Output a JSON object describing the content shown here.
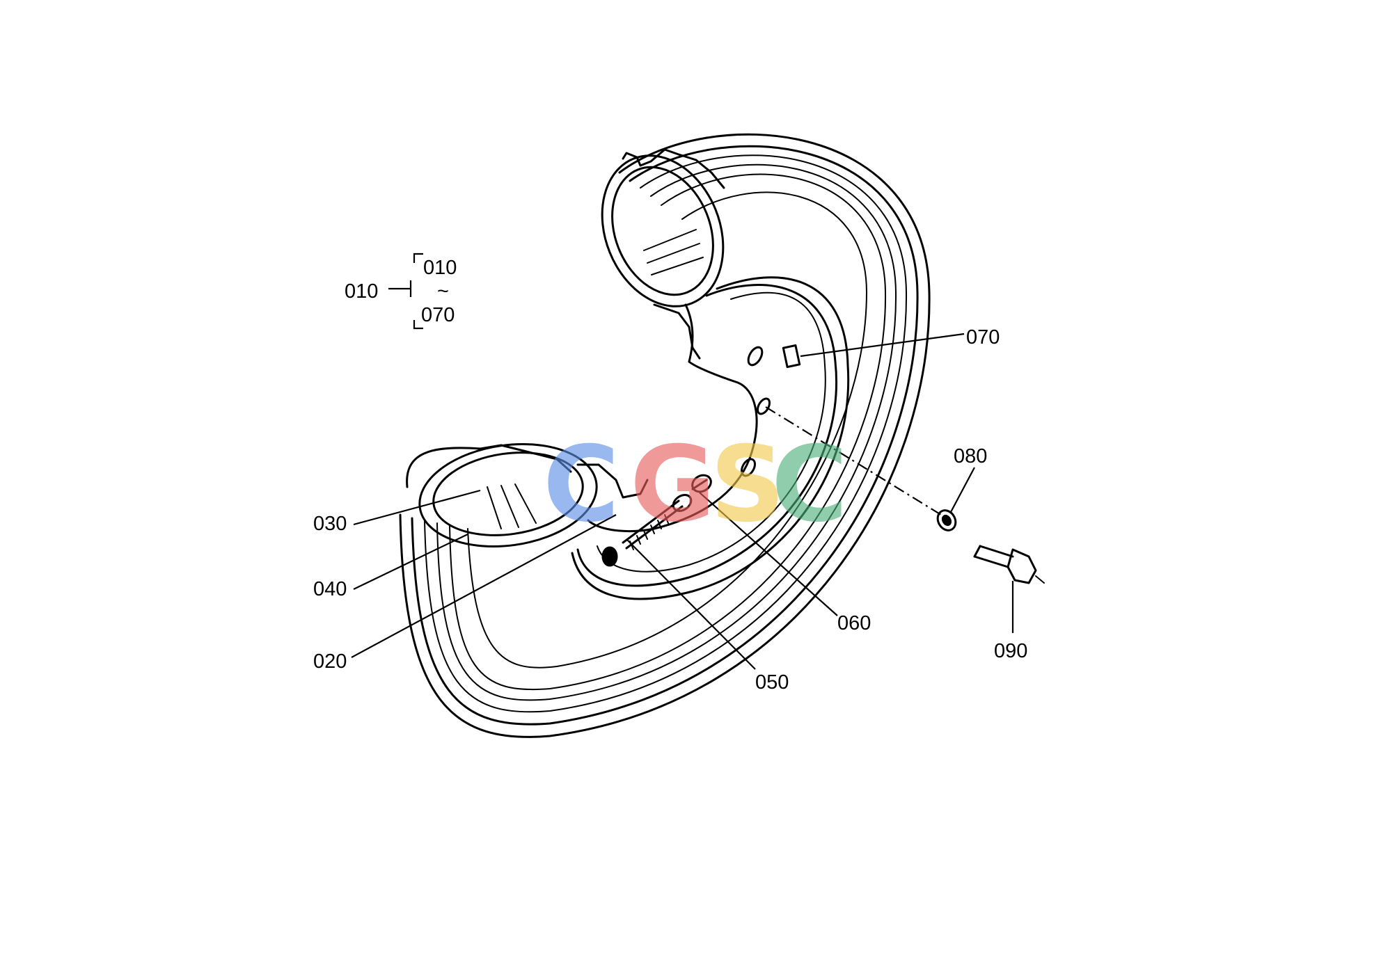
{
  "colors": {
    "line": "#000000",
    "background": "#ffffff",
    "watermark": [
      "#5b8ee6",
      "#e85c5c",
      "#f2c94c",
      "#4caf7a"
    ]
  },
  "assembly_note": {
    "main": "010",
    "range_start": "010",
    "range_symbol": "~",
    "range_end": "070"
  },
  "callouts": [
    {
      "id": "070",
      "label": "070"
    },
    {
      "id": "080",
      "label": "080"
    },
    {
      "id": "030",
      "label": "030"
    },
    {
      "id": "040",
      "label": "040"
    },
    {
      "id": "060",
      "label": "060"
    },
    {
      "id": "090",
      "label": "090"
    },
    {
      "id": "020",
      "label": "020"
    },
    {
      "id": "050",
      "label": "050"
    }
  ],
  "watermark": {
    "letters": [
      "C",
      "G",
      "S",
      "C"
    ]
  }
}
